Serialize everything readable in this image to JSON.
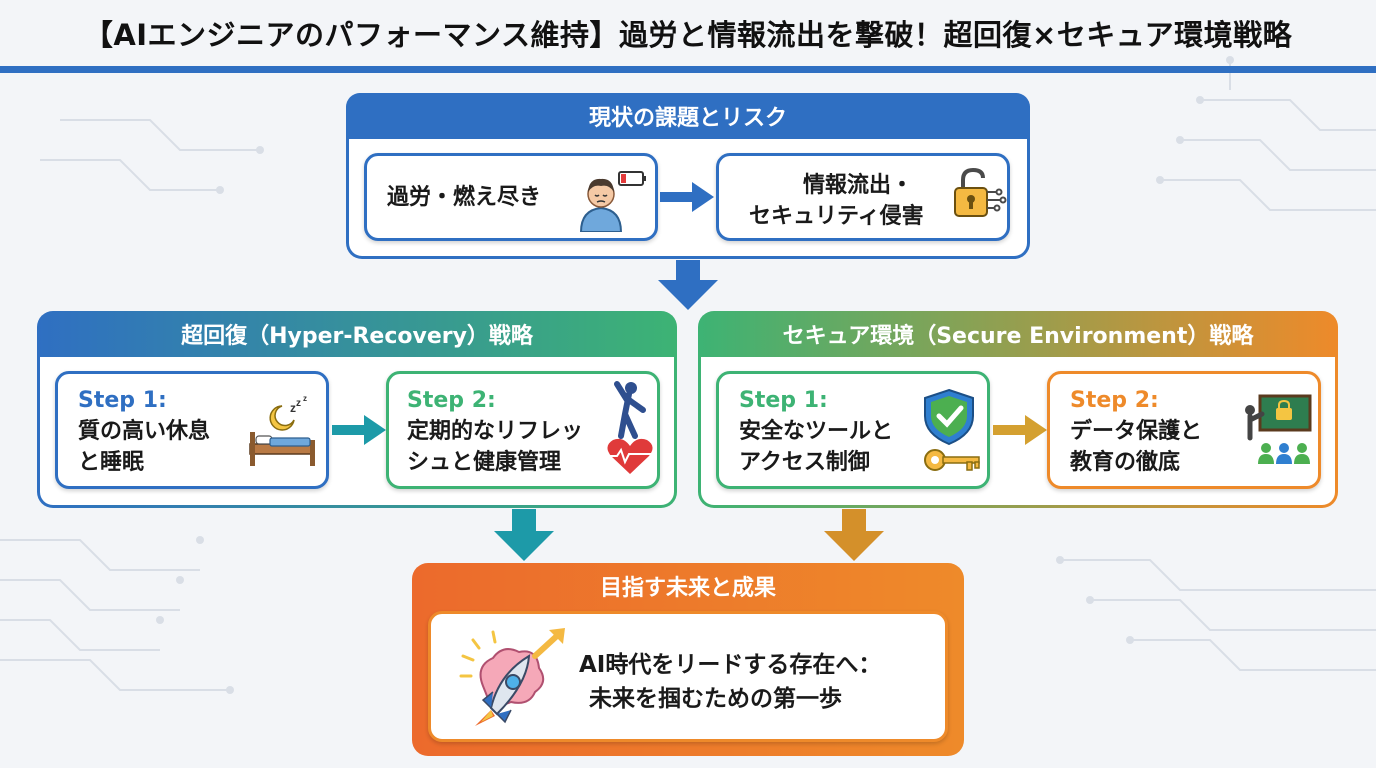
{
  "title": "【AIエンジニアのパフォーマンス維持】過労と情報流出を撃破！超回復×セキュア環境戦略",
  "top_section": {
    "heading": "現状の課題とリスク",
    "left_card": "過労・燃え尽き",
    "right_card_line1": "情報流出・",
    "right_card_line2": "セキュリティ侵害"
  },
  "left_section": {
    "heading": "超回復（Hyper-Recovery）戦略",
    "step1_label": "Step 1:",
    "step1_line1": "質の高い休息",
    "step1_line2": "と睡眠",
    "step2_label": "Step 2:",
    "step2_line1": "定期的なリフレッ",
    "step2_line2": "シュと健康管理"
  },
  "right_section": {
    "heading": "セキュア環境（Secure Environment）戦略",
    "step1_label": "Step 1:",
    "step1_line1": "安全なツールと",
    "step1_line2": "アクセス制御",
    "step2_label": "Step 2:",
    "step2_line1": "データ保護と",
    "step2_line2": "教育の徹底"
  },
  "bottom_section": {
    "heading": "目指す未来と成果",
    "line1": "AI時代をリードする存在へ：",
    "line2": "未来を掴むための第一歩"
  },
  "icons": {
    "burnout": "tired-person-low-battery-icon",
    "security": "broken-lock-circuit-icon",
    "sleep": "bed-moon-zzz-icon",
    "health": "stretching-person-heart-icon",
    "tools": "shield-check-key-icon",
    "education": "teacher-board-lock-icon",
    "future": "rocket-brain-arrow-icon"
  },
  "colors": {
    "blue": "#2f6fc2",
    "teal": "#1d9a8c",
    "green": "#3db374",
    "orange": "#ee8a2a",
    "deep_orange": "#ec6a2c"
  }
}
